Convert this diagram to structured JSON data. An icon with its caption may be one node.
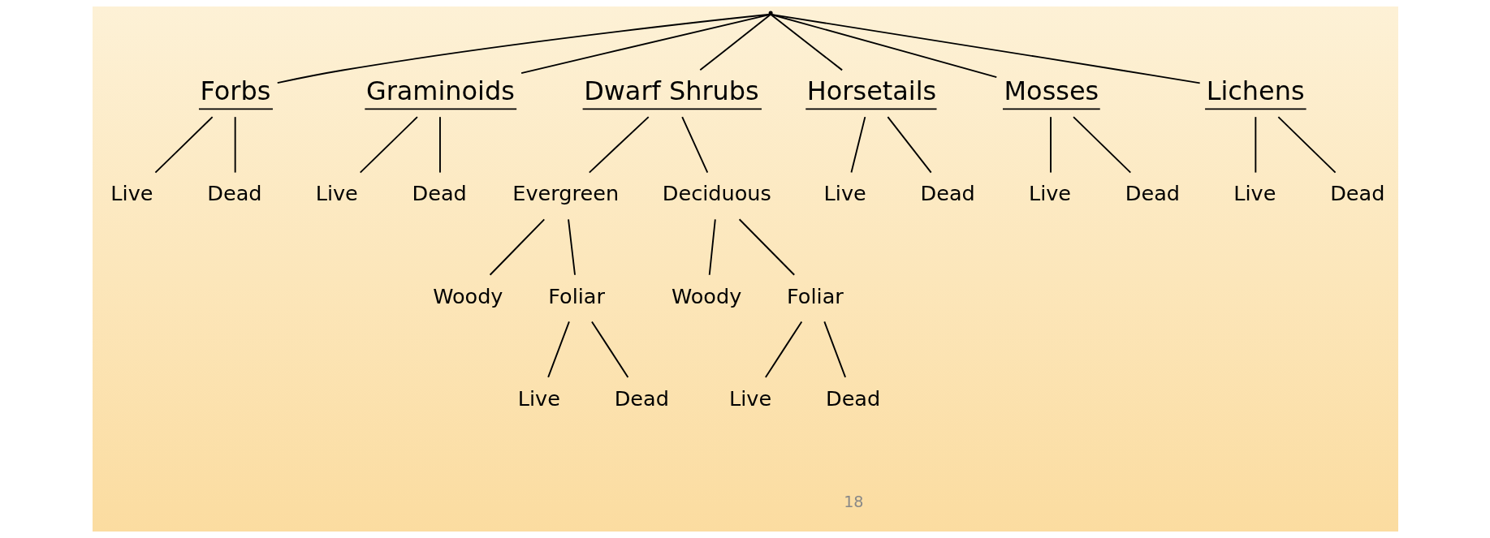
{
  "diagram": {
    "nodes": [
      {
        "text": [],
        "shape": "point"
      },
      {
        "text": [
          "Forbs"
        ]
      },
      {
        "text": [
          "Graminoids"
        ]
      },
      {
        "text": [
          "Dwarf Shrubs"
        ]
      },
      {
        "text": [
          "Horsetails"
        ]
      },
      {
        "text": [
          "Mosses"
        ]
      },
      {
        "text": [
          "Lichens"
        ]
      },
      {
        "text": [
          "Live"
        ]
      },
      {
        "text": [
          "Dead"
        ]
      },
      {
        "text": [
          "Live"
        ]
      },
      {
        "text": [
          "Dead"
        ]
      },
      {
        "text": [
          "Live"
        ]
      },
      {
        "text": [
          "Dead"
        ]
      },
      {
        "text": [
          "Live"
        ]
      },
      {
        "text": [
          "Dead"
        ]
      },
      {
        "text": [
          "Live"
        ]
      },
      {
        "text": [
          "Dead"
        ]
      },
      {
        "text": [
          "Evergreen"
        ]
      },
      {
        "text": [
          "Deciduous"
        ]
      },
      {
        "text": [
          "Woody"
        ]
      },
      {
        "text": [
          "Foliar"
        ]
      },
      {
        "text": [
          "Woody"
        ]
      },
      {
        "text": [
          "Foliar"
        ]
      },
      {
        "text": [
          "Live"
        ]
      },
      {
        "text": [
          "Dead"
        ]
      },
      {
        "text": [
          "Live"
        ]
      },
      {
        "text": [
          "Dead"
        ]
      }
    ],
    "edges": [
      {
        "from": 0,
        "to": 1,
        "arrow": "none"
      },
      {
        "from": 0,
        "to": 2,
        "arrow": "none"
      },
      {
        "from": 0,
        "to": 3,
        "arrow": "none"
      },
      {
        "from": 0,
        "to": 4,
        "arrow": "none"
      },
      {
        "from": 0,
        "to": 5,
        "arrow": "none"
      },
      {
        "from": 0,
        "to": 6,
        "arrow": "none"
      },
      {
        "from": 1,
        "to": 7,
        "arrow": "none"
      },
      {
        "from": 1,
        "to": 8,
        "arrow": "none"
      },
      {
        "from": 2,
        "to": 9,
        "arrow": "none"
      },
      {
        "from": 2,
        "to": 10,
        "arrow": "none"
      },
      {
        "from": 3,
        "to": 17,
        "arrow": "none"
      },
      {
        "from": 3,
        "to": 18,
        "arrow": "none"
      },
      {
        "from": 4,
        "to": 11,
        "arrow": "none"
      },
      {
        "from": 4,
        "to": 12,
        "arrow": "none"
      },
      {
        "from": 5,
        "to": 13,
        "arrow": "none"
      },
      {
        "from": 5,
        "to": 14,
        "arrow": "none"
      },
      {
        "from": 6,
        "to": 15,
        "arrow": "none"
      },
      {
        "from": 6,
        "to": 16,
        "arrow": "none"
      },
      {
        "from": 17,
        "to": 19,
        "arrow": "none"
      },
      {
        "from": 17,
        "to": 20,
        "arrow": "none"
      },
      {
        "from": 18,
        "to": 21,
        "arrow": "none"
      },
      {
        "from": 18,
        "to": 22,
        "arrow": "none"
      },
      {
        "from": 20,
        "to": 23,
        "arrow": "none"
      },
      {
        "from": 20,
        "to": 24,
        "arrow": "none"
      },
      {
        "from": 22,
        "to": 25,
        "arrow": "none"
      },
      {
        "from": 22,
        "to": 26,
        "arrow": "none"
      }
    ],
    "labels": [
      "18"
    ]
  }
}
